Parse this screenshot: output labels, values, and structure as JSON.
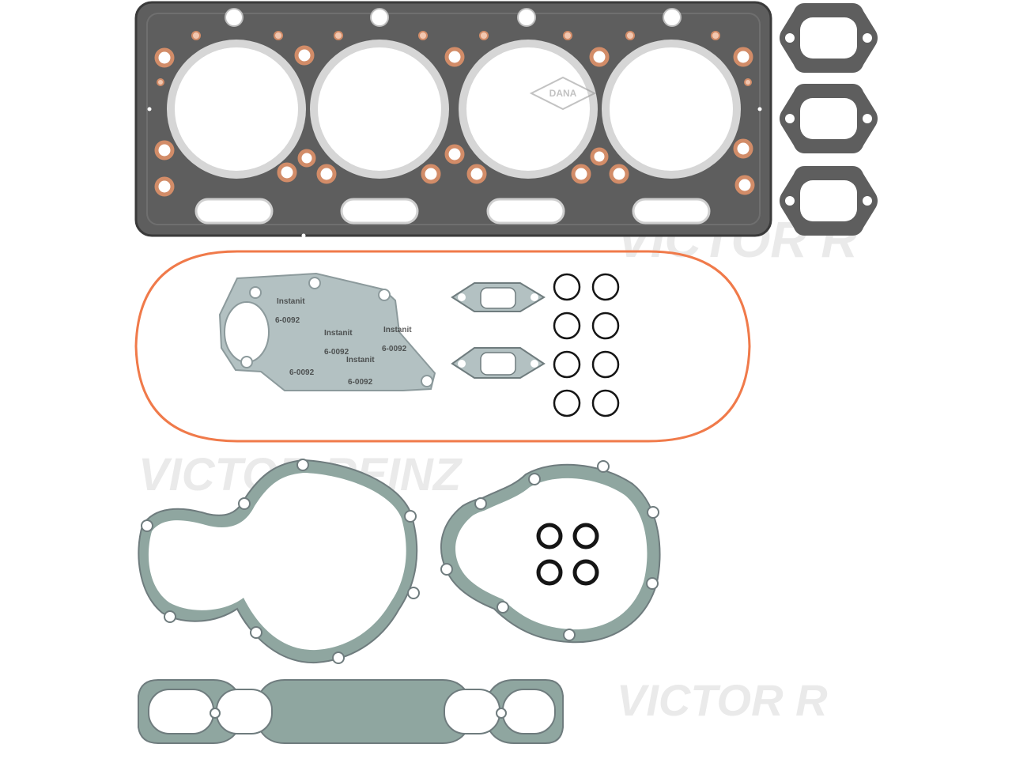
{
  "image": {
    "subject": "engine head gasket set",
    "background": "#ffffff"
  },
  "watermarks": {
    "top": "VICTOR R",
    "middle": "VICTOR REINZ",
    "bottom": "VICTOR R",
    "logo": "DANA"
  },
  "gasket_print": {
    "brand": "Instanit",
    "code": "6-0092"
  },
  "colors": {
    "head_gasket": "#5e5e5e",
    "head_gasket_edge": "#3c3c3c",
    "copper": "#d28c68",
    "bore_ring": "#d6d6d6",
    "fiber_gasket": "#8fa6a0",
    "fiber_gasket_light": "#b3c1c2",
    "orange_seal": "#f07a4a",
    "o_ring": "#151515"
  },
  "counts": {
    "cylinder_bores": 4,
    "small_manifold_gaskets": 3,
    "small_o_rings": 8,
    "thick_o_rings": 4
  }
}
